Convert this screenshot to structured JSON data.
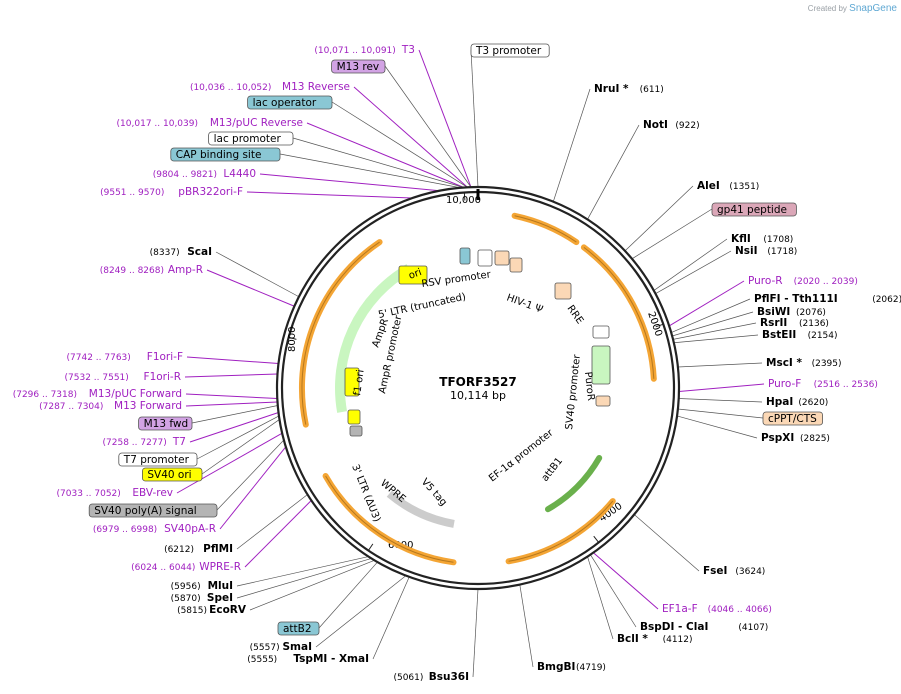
{
  "header": {
    "created_label": "Created by",
    "brand": "SnapGene"
  },
  "plasmid": {
    "name": "TFORF3527",
    "size": "10,114 bp"
  },
  "colors": {
    "site_label": "#000000",
    "primer_label": "#a020c0",
    "leader_line": "#555555",
    "primer_line": "#a020c0",
    "backbone": "#222222",
    "feature_orange": "#f4a534",
    "feature_green": "#c9f6c0",
    "feature_yellow": "#ffff00",
    "feature_grey": "#b4b4b4",
    "feature_peach": "#fbd8b6",
    "box_blue": "#8ac7d4",
    "box_lilac": "#d2a3e4",
    "box_pink": "#dba7b8"
  },
  "ring": {
    "tick_labels": [
      "10,000",
      "2000",
      "4000",
      "6000",
      "8000"
    ]
  },
  "left_labels": [
    {
      "id": "t3",
      "coord": "(10,071 .. 10,091)",
      "name": "T3",
      "kind": "primer"
    },
    {
      "id": "m13rev",
      "coord": "",
      "name": "M13 rev",
      "kind": "box_lilac"
    },
    {
      "id": "m13reverse",
      "coord": "(10,036 .. 10,052)",
      "name": "M13 Reverse",
      "kind": "primer"
    },
    {
      "id": "lacop",
      "coord": "",
      "name": "lac operator",
      "kind": "box_blue"
    },
    {
      "id": "m13puc",
      "coord": "(10,017 .. 10,039)",
      "name": "M13/pUC Reverse",
      "kind": "primer"
    },
    {
      "id": "lacprom",
      "coord": "",
      "name": "lac promoter",
      "kind": "box_white"
    },
    {
      "id": "cap",
      "coord": "",
      "name": "CAP binding site",
      "kind": "box_blue"
    },
    {
      "id": "l4440",
      "coord": "(9804 .. 9821)",
      "name": "L4440",
      "kind": "primer"
    },
    {
      "id": "pbr",
      "coord": "(9551 .. 9570)",
      "name": "pBR322ori-F",
      "kind": "primer"
    },
    {
      "id": "scai",
      "coord": "(8337)",
      "name": "ScaI",
      "kind": "site"
    },
    {
      "id": "ampr",
      "coord": "(8249 .. 8268)",
      "name": "Amp-R",
      "kind": "primer"
    },
    {
      "id": "f1orif",
      "coord": "(7742 .. 7763)",
      "name": "F1ori-F",
      "kind": "primer"
    },
    {
      "id": "f1orir",
      "coord": "(7532 .. 7551)",
      "name": "F1ori-R",
      "kind": "primer"
    },
    {
      "id": "m13pucf",
      "coord": "(7296 .. 7318)",
      "name": "M13/pUC Forward",
      "kind": "primer"
    },
    {
      "id": "m13f",
      "coord": "(7287 .. 7304)",
      "name": "M13 Forward",
      "kind": "primer"
    },
    {
      "id": "m13fwd",
      "coord": "",
      "name": "M13 fwd",
      "kind": "box_lilac"
    },
    {
      "id": "t7",
      "coord": "(7258 .. 7277)",
      "name": "T7",
      "kind": "primer"
    },
    {
      "id": "t7prom",
      "coord": "",
      "name": "T7 promoter",
      "kind": "box_white"
    },
    {
      "id": "sv40ori",
      "coord": "",
      "name": "SV40 ori",
      "kind": "box_yellow"
    },
    {
      "id": "ebv",
      "coord": "(7033 .. 7052)",
      "name": "EBV-rev",
      "kind": "primer"
    },
    {
      "id": "sv40pa",
      "coord": "",
      "name": "SV40 poly(A) signal",
      "kind": "box_grey"
    },
    {
      "id": "sv40par",
      "coord": "(6979 .. 6998)",
      "name": "SV40pA-R",
      "kind": "primer"
    },
    {
      "id": "pflmi",
      "coord": "(6212)",
      "name": "PflMI",
      "kind": "site"
    },
    {
      "id": "wprer",
      "coord": "(6024 .. 6044)",
      "name": "WPRE-R",
      "kind": "primer"
    },
    {
      "id": "mlui",
      "coord": "(5956)",
      "name": "MluI",
      "kind": "site"
    },
    {
      "id": "spei",
      "coord": "(5870)",
      "name": "SpeI",
      "kind": "site"
    },
    {
      "id": "ecorv",
      "coord": "(5815)",
      "name": "EcoRV",
      "kind": "site"
    },
    {
      "id": "attb2",
      "coord": "",
      "name": "attB2",
      "kind": "box_blue"
    },
    {
      "id": "smai",
      "coord": "(5557)",
      "name": "SmaI",
      "kind": "site"
    },
    {
      "id": "tspmi",
      "coord": "(5555)",
      "name": "TspMI  - XmaI",
      "kind": "site"
    },
    {
      "id": "bsu36i",
      "coord": "(5061)",
      "name": "Bsu36I",
      "kind": "site"
    }
  ],
  "right_labels": [
    {
      "id": "t3prom",
      "name": "T3 promoter",
      "coord": "",
      "kind": "box_white"
    },
    {
      "id": "nrui",
      "name": "NruI *",
      "coord": "(611)",
      "kind": "site"
    },
    {
      "id": "noti",
      "name": "NotI",
      "coord": "(922)",
      "kind": "site"
    },
    {
      "id": "alei",
      "name": "AleI",
      "coord": "(1351)",
      "kind": "site"
    },
    {
      "id": "gp41",
      "name": "gp41 peptide",
      "coord": "",
      "kind": "box_pink"
    },
    {
      "id": "kfli",
      "name": "KflI",
      "coord": "(1708)",
      "kind": "site"
    },
    {
      "id": "nsii",
      "name": "NsiI",
      "coord": "(1718)",
      "kind": "site"
    },
    {
      "id": "purorr",
      "name": "Puro-R",
      "coord": "(2020 .. 2039)",
      "kind": "primer"
    },
    {
      "id": "pflfi",
      "name": "PflFI   - Tth111I",
      "coord": "(2062)",
      "kind": "site"
    },
    {
      "id": "bsiwi",
      "name": "BsiWI",
      "coord": "(2076)",
      "kind": "site"
    },
    {
      "id": "rsrii",
      "name": "RsrII",
      "coord": "(2136)",
      "kind": "site"
    },
    {
      "id": "bsteii",
      "name": "BstEII",
      "coord": "(2154)",
      "kind": "site"
    },
    {
      "id": "msci",
      "name": "MscI *",
      "coord": "(2395)",
      "kind": "site"
    },
    {
      "id": "purof",
      "name": "Puro-F",
      "coord": "(2516 .. 2536)",
      "kind": "primer"
    },
    {
      "id": "hpai",
      "name": "HpaI",
      "coord": "(2620)",
      "kind": "site"
    },
    {
      "id": "cppt",
      "name": "cPPT/CTS",
      "coord": "",
      "kind": "box_peach"
    },
    {
      "id": "pspxi",
      "name": "PspXI",
      "coord": "(2825)",
      "kind": "site"
    },
    {
      "id": "fsei",
      "name": "FseI",
      "coord": "(3624)",
      "kind": "site"
    },
    {
      "id": "ef1af",
      "name": "EF1a-F",
      "coord": "(4046 .. 4066)",
      "kind": "primer"
    },
    {
      "id": "bspdi",
      "name": "BspDI   - ClaI",
      "coord": "(4107)",
      "kind": "site"
    },
    {
      "id": "bcli",
      "name": "BclI *",
      "coord": "(4112)",
      "kind": "site"
    },
    {
      "id": "bmgbi",
      "name": "BmgBI",
      "coord": "(4719)",
      "kind": "site"
    }
  ],
  "inner_labels": [
    {
      "id": "rsv",
      "text": "RSV promoter"
    },
    {
      "id": "ltr5",
      "text": "5' LTR (truncated)"
    },
    {
      "id": "hiv",
      "text": "HIV-1 Ψ"
    },
    {
      "id": "rre",
      "text": "RRE"
    },
    {
      "id": "puror",
      "text": "PuroR"
    },
    {
      "id": "sv40p",
      "text": "SV40 promoter"
    },
    {
      "id": "ef1a",
      "text": "EF-1α promoter"
    },
    {
      "id": "attb1",
      "text": "attB1"
    },
    {
      "id": "v5",
      "text": "V5 tag"
    },
    {
      "id": "wpre",
      "text": "WPRE"
    },
    {
      "id": "ltr3",
      "text": "3' LTR (ΔU3)"
    },
    {
      "id": "f1ori",
      "text": "f1 ori"
    },
    {
      "id": "amprp",
      "text": "AmpR promoter"
    },
    {
      "id": "ampr",
      "text": "AmpR"
    },
    {
      "id": "ori",
      "text": "ori"
    }
  ]
}
